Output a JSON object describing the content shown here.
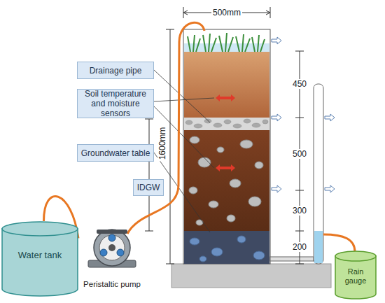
{
  "diagram": {
    "nodes": [
      {
        "text": [
          "Drainage pipe"
        ]
      },
      {
        "text": [
          "Soil temperature and moisture sensors"
        ]
      },
      {
        "text": [
          "Groundwater table"
        ]
      },
      {
        "text": [
          "IDGW"
        ]
      },
      {
        "text": [
          "Water tank"
        ]
      },
      {
        "text": [
          "Peristaltic pump"
        ]
      },
      {
        "text": [
          "Rain gauge"
        ]
      }
    ],
    "edges": [
      {
        "from": 4,
        "to": 5,
        "arrow": "none"
      }
    ],
    "labels": [
      "500mm",
      "1600mm",
      "450",
      "500",
      "300",
      "200"
    ]
  }
}
